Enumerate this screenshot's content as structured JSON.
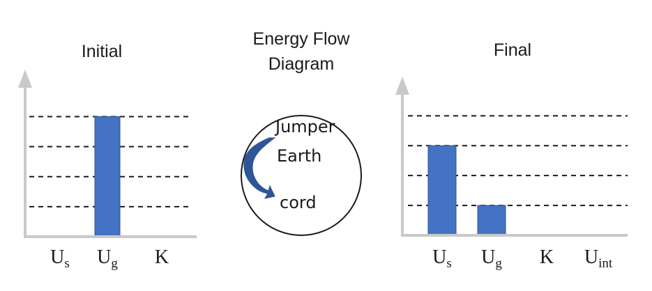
{
  "center": {
    "title_line1": "Energy Flow",
    "title_line2": "Diagram",
    "circle_labels": [
      "Jumper",
      "Earth",
      "cord"
    ],
    "arrow_color": "#2f5597",
    "circle_stroke": "#1a1a1a"
  },
  "chart_data": [
    {
      "type": "bar",
      "title": "Initial",
      "categories": [
        {
          "main": "U",
          "sub": "s"
        },
        {
          "main": "U",
          "sub": "g"
        },
        {
          "main": "K",
          "sub": ""
        }
      ],
      "values": [
        0,
        4,
        0
      ],
      "ylim": [
        0,
        4.8
      ],
      "gridlines": [
        1,
        2,
        3,
        4
      ],
      "grid": "dashed",
      "bar_color": "#4472c4",
      "axis_color": "#c9c9c9"
    },
    {
      "type": "bar",
      "title": "Final",
      "categories": [
        {
          "main": "U",
          "sub": "s"
        },
        {
          "main": "U",
          "sub": "g"
        },
        {
          "main": "K",
          "sub": ""
        },
        {
          "main": "U",
          "sub": "int"
        }
      ],
      "values": [
        3,
        1,
        0,
        0
      ],
      "ylim": [
        0,
        4.8
      ],
      "gridlines": [
        1,
        2,
        3,
        4
      ],
      "grid": "dashed",
      "bar_color": "#4472c4",
      "axis_color": "#c9c9c9"
    }
  ]
}
